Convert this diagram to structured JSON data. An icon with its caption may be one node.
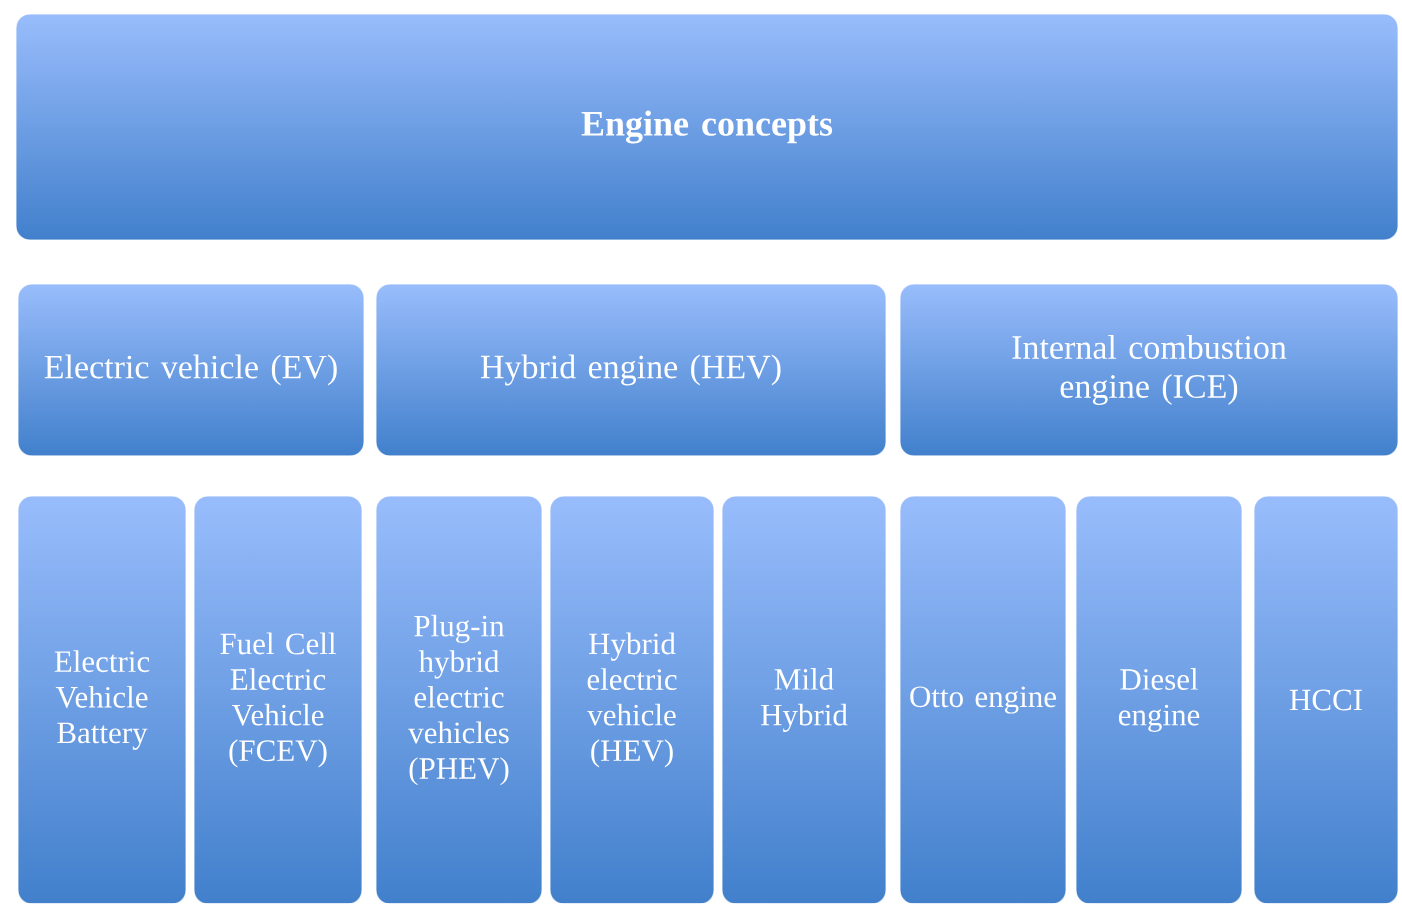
{
  "diagram": {
    "nodes": [
      {
        "text": [
          "Engine concepts"
        ]
      },
      {
        "text": [
          "Electric vehicle (EV)"
        ]
      },
      {
        "text": [
          "Hybrid engine (HEV)"
        ]
      },
      {
        "text": [
          "Internal combustion engine (ICE)"
        ]
      },
      {
        "text": [
          "Electric Vehicle Battery"
        ]
      },
      {
        "text": [
          "Fuel Cell Electric Vehicle (FCEV)"
        ]
      },
      {
        "text": [
          "Plug-in hybrid electric vehicles (PHEV)"
        ]
      },
      {
        "text": [
          "Hybrid electric vehicle (HEV)"
        ]
      },
      {
        "text": [
          "Mild Hybrid"
        ]
      },
      {
        "text": [
          "Otto engine"
        ]
      },
      {
        "text": [
          "Diesel engine"
        ]
      },
      {
        "text": [
          "HCCI"
        ]
      }
    ]
  }
}
